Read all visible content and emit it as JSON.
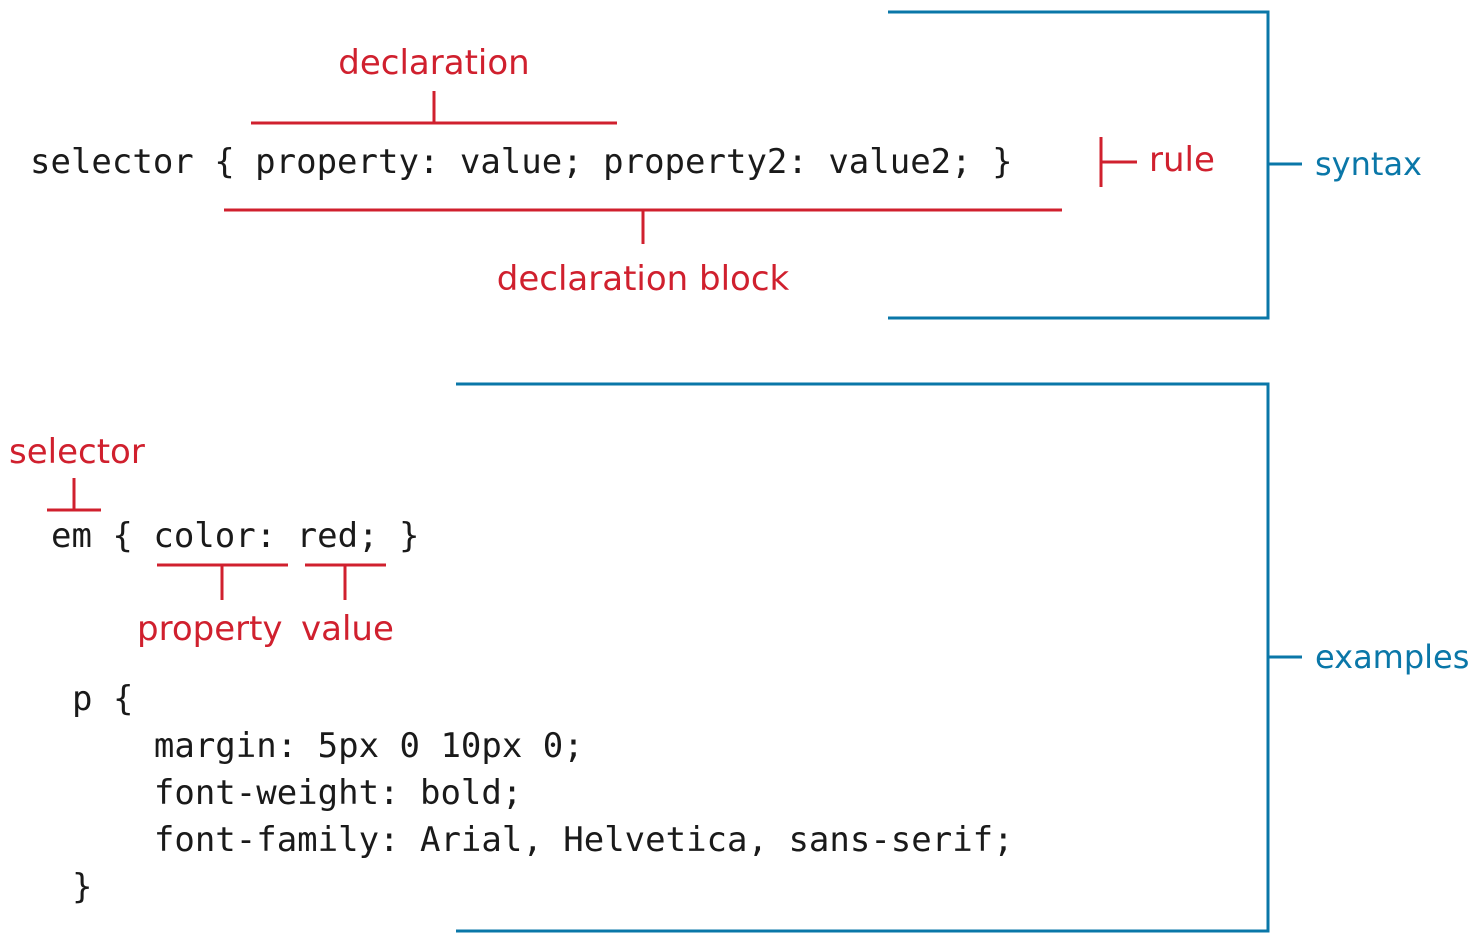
{
  "syntax_section": {
    "code_line": "selector { property: value; property2: value2; }",
    "labels": {
      "declaration": "declaration",
      "declaration_block": "declaration block",
      "rule": "rule"
    },
    "bracket_label": "syntax"
  },
  "examples_section": {
    "em_rule": "em { color: red; }",
    "labels": {
      "selector": "selector",
      "property": "property",
      "value": "value"
    },
    "p_rule_lines": [
      "p {",
      "    margin: 5px 0 10px 0;",
      "    font-weight: bold;",
      "    font-family: Arial, Helvetica, sans-serif;",
      "}"
    ],
    "bracket_label": "examples"
  },
  "colors": {
    "annotation": "#d0202e",
    "bracket": "#0a77a8",
    "code": "#1a1a1a"
  }
}
